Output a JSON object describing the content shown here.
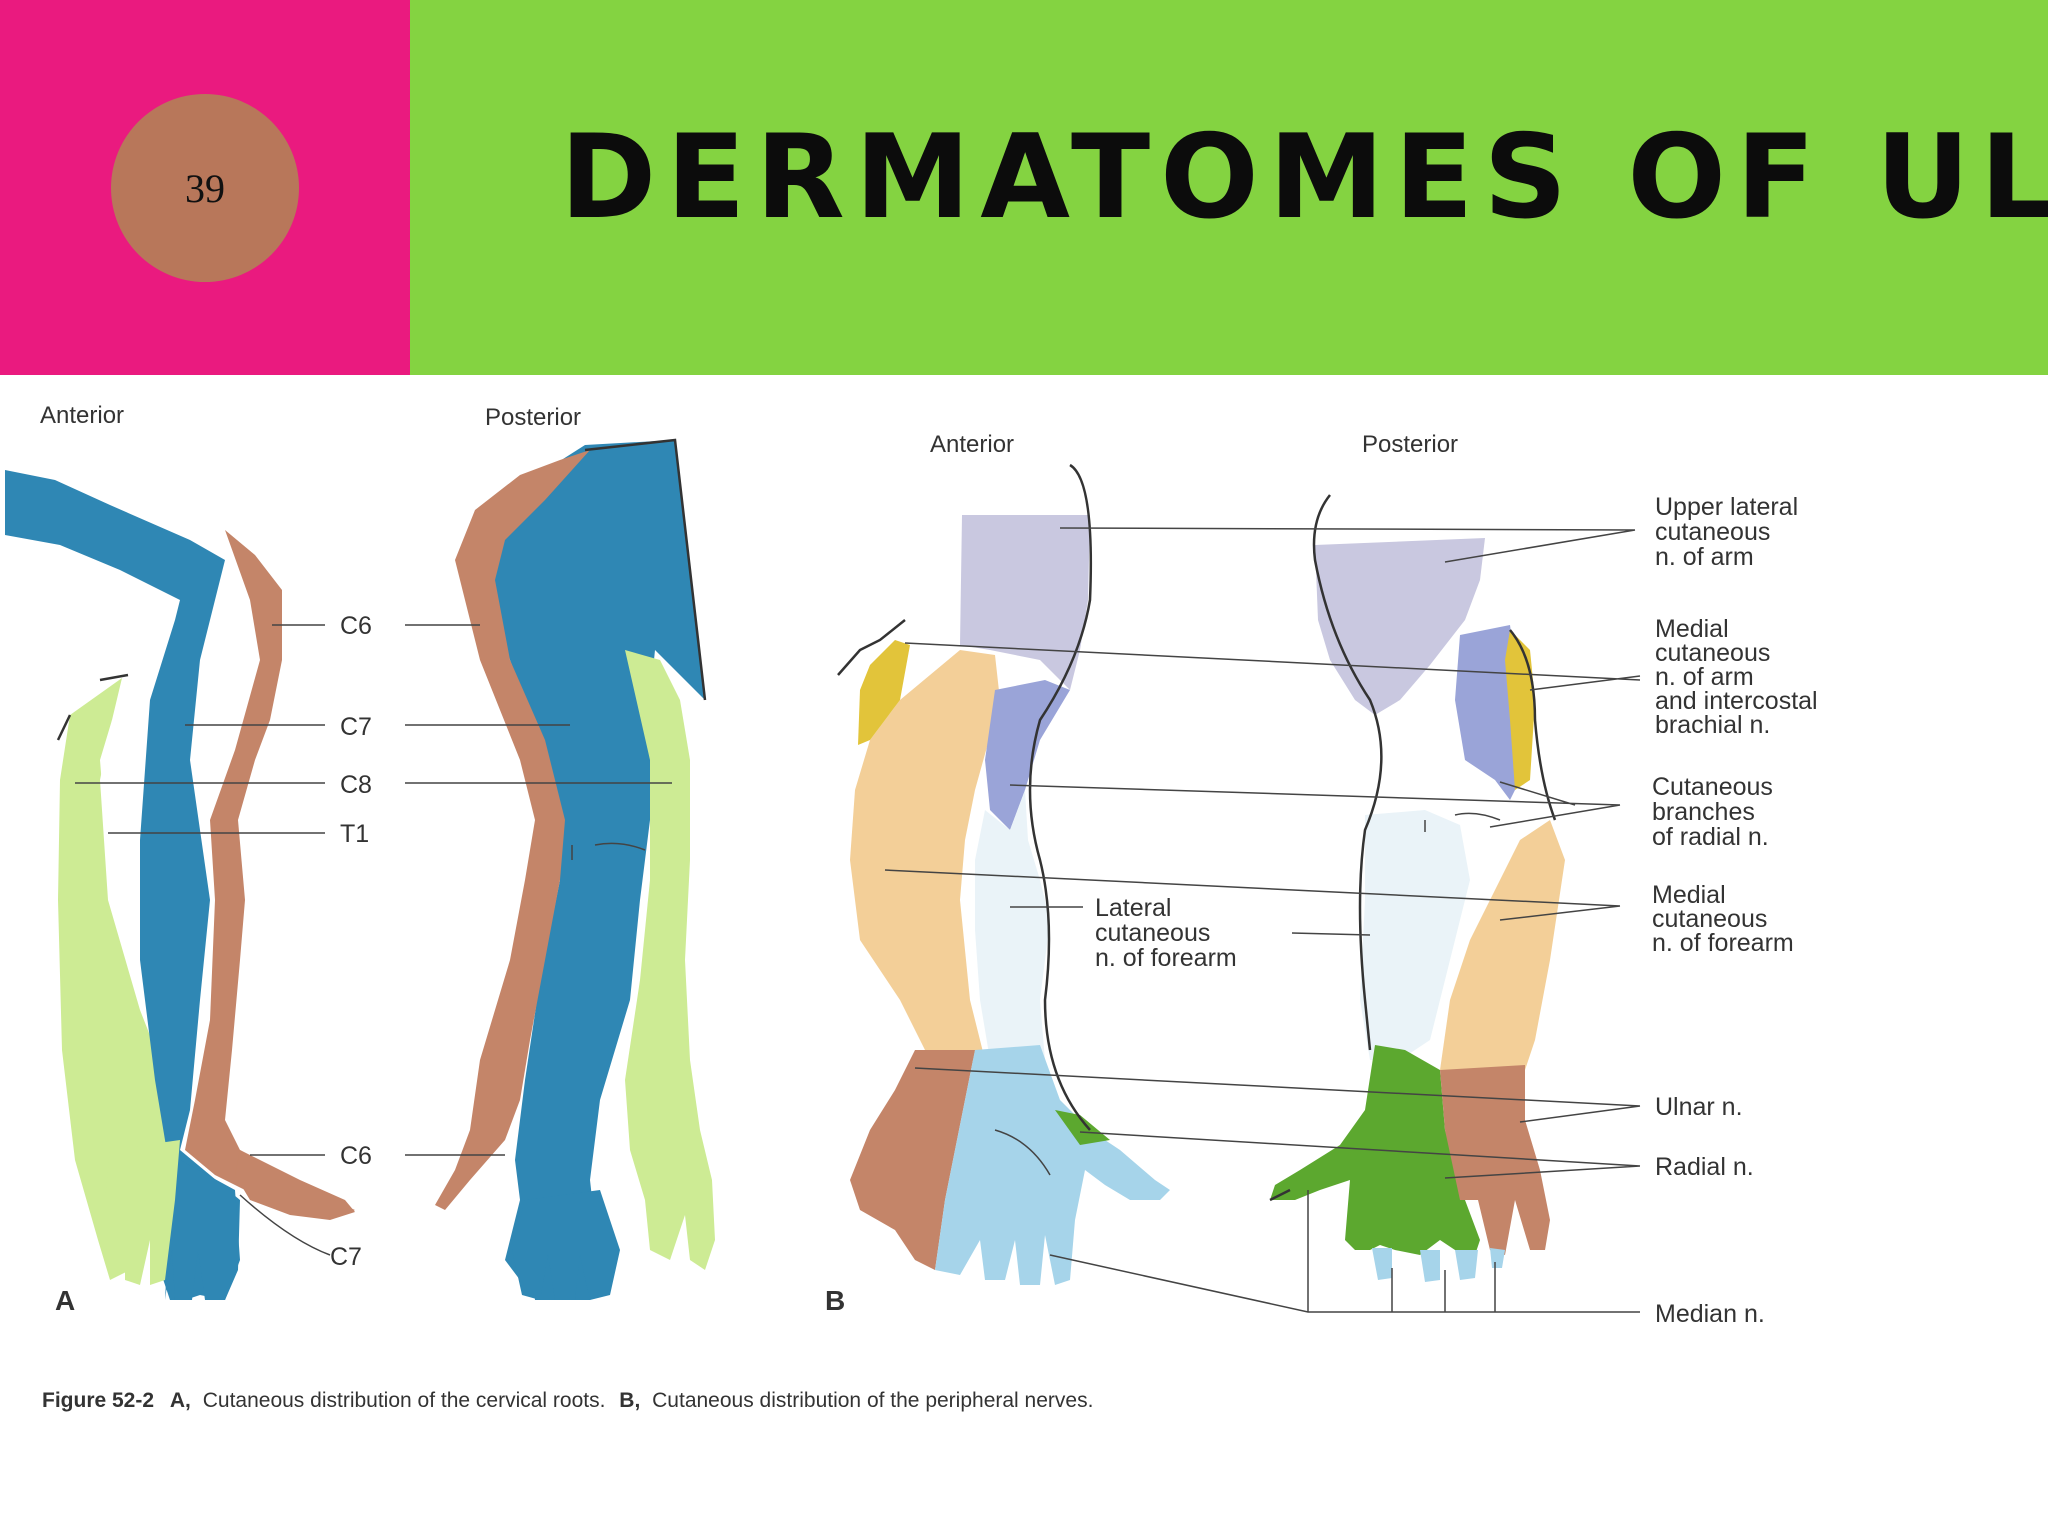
{
  "slide": {
    "number": "39",
    "title": "DERMATOMES OF UL"
  },
  "colors": {
    "pink": "#ea1a7f",
    "green": "#84d341",
    "badge": "#b8775a",
    "c6": "#c48569",
    "c7_c8": "#2f87b4",
    "t1": "#cdeb94",
    "upper_lateral": "#c9c8e0",
    "medial_arm": "#9aa4d8",
    "intercosto": "#e2c43a",
    "radial_branch": "#eaf3f8",
    "medial_forearm": "#f3cf98",
    "ulnar": "#c48569",
    "radial": "#5ca82f",
    "median": "#a6d4ea"
  },
  "figure_a": {
    "panel_label": "A",
    "anterior_label": "Anterior",
    "posterior_label": "Posterior",
    "roots": [
      "C6",
      "C7",
      "C8",
      "T1",
      "C6",
      "C7"
    ]
  },
  "figure_b": {
    "panel_label": "B",
    "anterior_label": "Anterior",
    "posterior_label": "Posterior",
    "lateral_cutaneous": [
      "Lateral",
      "cutaneous",
      "n. of forearm"
    ],
    "nerves": {
      "upper_lateral": [
        "Upper lateral",
        "cutaneous",
        "n. of arm"
      ],
      "medial_arm": [
        "Medial",
        "cutaneous",
        "n. of arm",
        "and intercostal",
        "brachial n."
      ],
      "radial_branches": [
        "Cutaneous",
        "branches",
        "of radial n."
      ],
      "medial_forearm": [
        "Medial",
        "cutaneous",
        "n. of forearm"
      ],
      "ulnar": "Ulnar n.",
      "radial": "Radial n.",
      "median": "Median n."
    }
  },
  "caption": {
    "fig": "Figure 52-2",
    "a": "A,",
    "a_text": "Cutaneous distribution of the cervical roots.",
    "b": "B,",
    "b_text": "Cutaneous distribution of the peripheral nerves."
  }
}
